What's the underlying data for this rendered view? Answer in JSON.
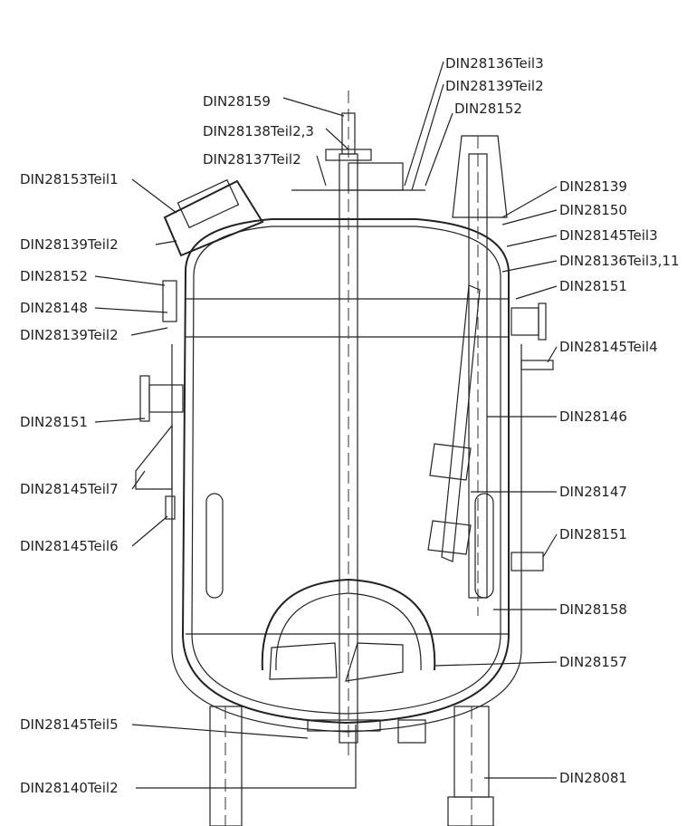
{
  "labels": {
    "top": [
      "DIN28136Teil3",
      "DIN28139Teil2",
      "DIN28152",
      "DIN28159",
      "DIN28138Teil2,3",
      "DIN28137Teil2"
    ],
    "left": [
      "DIN28153Teil1",
      "DIN28139Teil2",
      "DIN28152",
      "DIN28148",
      "DIN28139Teil2",
      "DIN28151",
      "DIN28145Teil7",
      "DIN28145Teil6",
      "DIN28145Teil5",
      "DIN28140Teil2"
    ],
    "right": [
      "DIN28139",
      "DIN28150",
      "DIN28145Teil3",
      "DIN28136Teil3,11",
      "DIN28151",
      "DIN28145Teil4",
      "DIN28146",
      "DIN28147",
      "DIN28151",
      "DIN28158",
      "DIN28157",
      "DIN28081"
    ]
  }
}
